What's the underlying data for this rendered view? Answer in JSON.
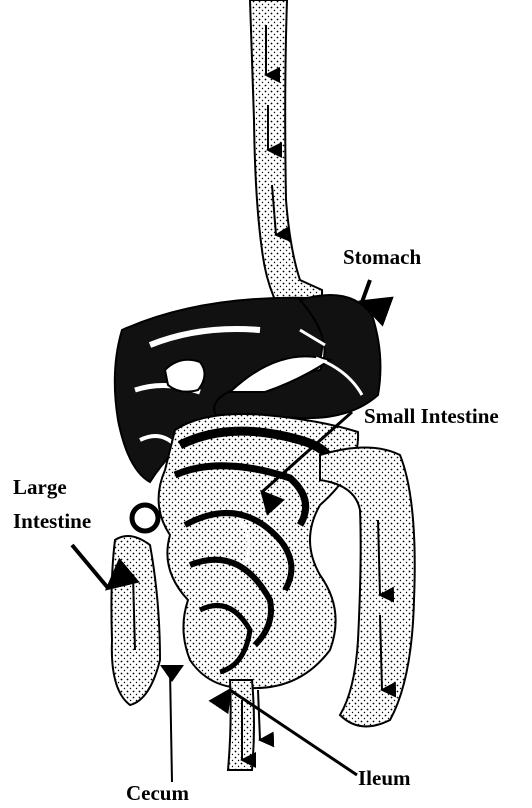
{
  "labels": {
    "stomach": "Stomach",
    "small_intestine": "Small Intestine",
    "large_intestine_line1": "Large",
    "large_intestine_line2": "Intestine",
    "ileum": "Ileum",
    "cecum": "Cecum"
  },
  "colors": {
    "ink": "#000000",
    "paper": "#ffffff"
  }
}
